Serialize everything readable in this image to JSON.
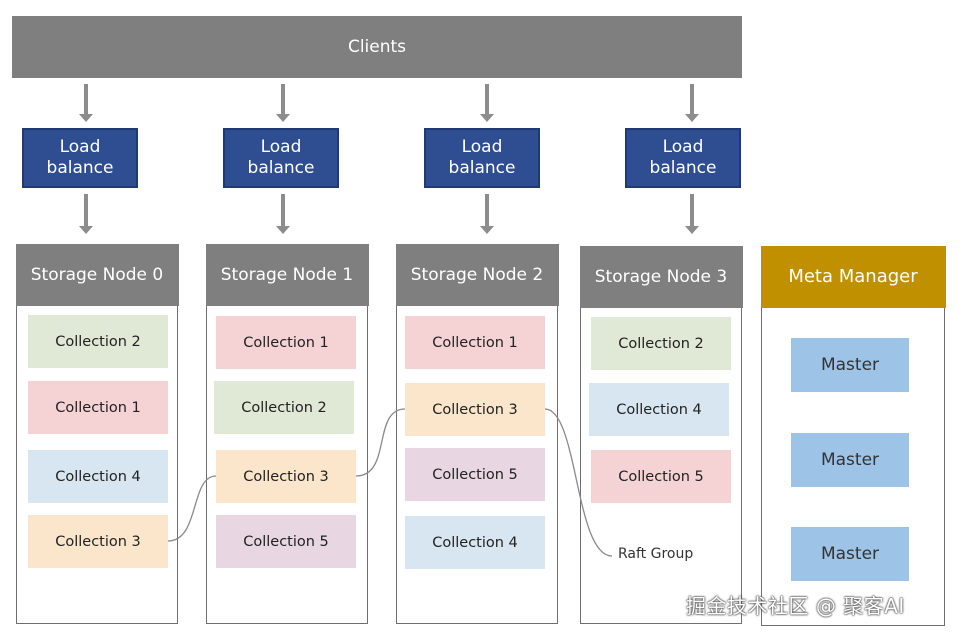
{
  "clients": {
    "label": "Clients"
  },
  "load_balancer": {
    "line1": "Load",
    "line2": "balance"
  },
  "nodes": [
    {
      "title": "Storage Node 0",
      "collections": [
        "Collection 2",
        "Collection 1",
        "Collection 4",
        "Collection 3"
      ]
    },
    {
      "title": "Storage Node 1",
      "collections": [
        "Collection 1",
        "Collection 2",
        "Collection 3",
        "Collection 5"
      ]
    },
    {
      "title": "Storage Node 2",
      "collections": [
        "Collection 1",
        "Collection 3",
        "Collection 5",
        "Collection 4"
      ]
    },
    {
      "title": "Storage Node 3",
      "collections": [
        "Collection 2",
        "Collection 4",
        "Collection 5"
      ]
    }
  ],
  "meta_manager": {
    "title": "Meta Manager",
    "masters": [
      "Master",
      "Master",
      "Master"
    ]
  },
  "raft_group": {
    "label": "Raft Group"
  },
  "watermark": {
    "text": "掘金技术社区 @ 聚客AI"
  },
  "colors": {
    "header_gray": "#7f7f7f",
    "load_balance_blue": "#2f4e92",
    "meta_gold": "#c09000",
    "master_blue": "#9dc3e6",
    "collection_1": "#f5d3d4",
    "collection_2": "#dfe9d6",
    "collection_3": "#fbe6cc",
    "collection_4": "#d8e6f2",
    "collection_5": "#e8d7e3"
  }
}
